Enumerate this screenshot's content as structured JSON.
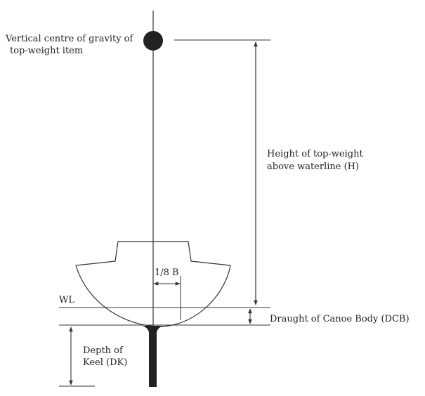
{
  "labels": {
    "vcg_line1": "Vertical centre of gravity of",
    "vcg_line2": "top-weight item",
    "height_line1": "Height of top-weight",
    "height_line2": "above waterline (H)",
    "eighth_b": "1/8 B",
    "wl": "WL",
    "draught": "Draught of Canoe Body (DCB)",
    "keel_line1": "Depth of",
    "keel_line2": "Keel (DK)"
  },
  "colors": {
    "line": "#333333",
    "fill": "#222222",
    "text": "#222222"
  }
}
